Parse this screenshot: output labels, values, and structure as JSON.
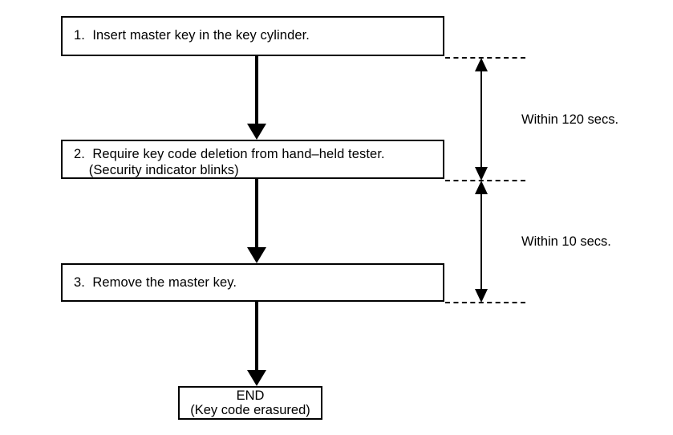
{
  "diagram": {
    "title": "Key code erasure procedure flowchart",
    "type": "flowchart",
    "steps": [
      {
        "id": "step-1",
        "lines": [
          "1.  Insert master key in the key cylinder.",
          ""
        ]
      },
      {
        "id": "step-2",
        "lines": [
          "2.  Require key code deletion from hand–held tester.",
          "    (Security indicator blinks)"
        ]
      },
      {
        "id": "step-3",
        "lines": [
          "3.  Remove the master key.",
          ""
        ]
      }
    ],
    "terminal": {
      "id": "end",
      "line_1": "END",
      "line_2": "(Key code erasured)"
    },
    "timing_annotations": [
      {
        "id": "within-120",
        "label": "Within 120 secs.",
        "from_step": "step-1",
        "to_step": "step-2"
      },
      {
        "id": "within-10",
        "label": "Within 10 secs.",
        "from_step": "step-2",
        "to_step": "step-3"
      }
    ],
    "colors": {
      "stroke": "#000000",
      "background": "#ffffff"
    }
  }
}
